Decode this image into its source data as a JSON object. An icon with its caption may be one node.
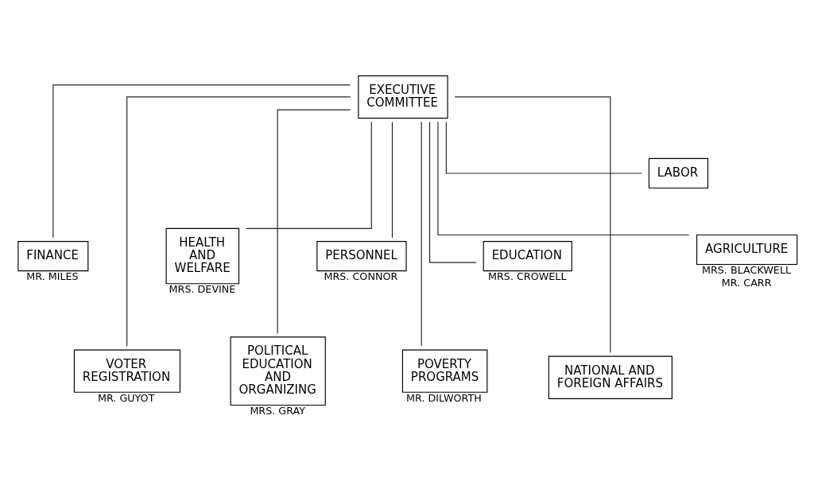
{
  "diagram": {
    "nodes": [
      {
        "text": [
          "EXECUTIVE COMMITTEE"
        ]
      },
      {
        "text": [
          "FINANCE"
        ],
        "beside": [
          "MR. MILES"
        ]
      },
      {
        "text": [
          "VOTER REGISTRATION"
        ],
        "beside": [
          "MR. GUYOT"
        ]
      },
      {
        "text": [
          "HEALTH AND WELFARE"
        ],
        "beside": [
          "MRS. DEVINE"
        ]
      },
      {
        "text": [
          "POLITICAL EDUCATION AND ORGANIZING"
        ],
        "beside": [
          "MRS. GRAY"
        ]
      },
      {
        "text": [
          "PERSONNEL"
        ],
        "beside": [
          "MRS. CONNOR"
        ]
      },
      {
        "text": [
          "POVERTY PROGRAMS"
        ],
        "beside": [
          "MR. DILWORTH"
        ]
      },
      {
        "text": [
          "EDUCATION"
        ],
        "beside": [
          "MRS. CROWELL"
        ]
      },
      {
        "text": [
          "NATIONAL AND FOREIGN AFFAIRS"
        ]
      },
      {
        "text": [
          "LABOR"
        ]
      },
      {
        "text": [
          "AGRICULTURE"
        ],
        "beside": [
          "MRS. BLACKWELL",
          "MR. CARR"
        ]
      }
    ],
    "edges": [
      {
        "from": 0,
        "to": 1,
        "arrow": "none"
      },
      {
        "from": 0,
        "to": 2,
        "arrow": "none"
      },
      {
        "from": 0,
        "to": 3,
        "arrow": "none"
      },
      {
        "from": 0,
        "to": 4,
        "arrow": "none"
      },
      {
        "from": 0,
        "to": 5,
        "arrow": "none"
      },
      {
        "from": 0,
        "to": 6,
        "arrow": "none"
      },
      {
        "from": 0,
        "to": 7,
        "arrow": "none"
      },
      {
        "from": 0,
        "to": 8,
        "arrow": "none"
      },
      {
        "from": 0,
        "to": 9,
        "arrow": "none"
      },
      {
        "from": 0,
        "to": 10,
        "arrow": "none"
      }
    ]
  }
}
